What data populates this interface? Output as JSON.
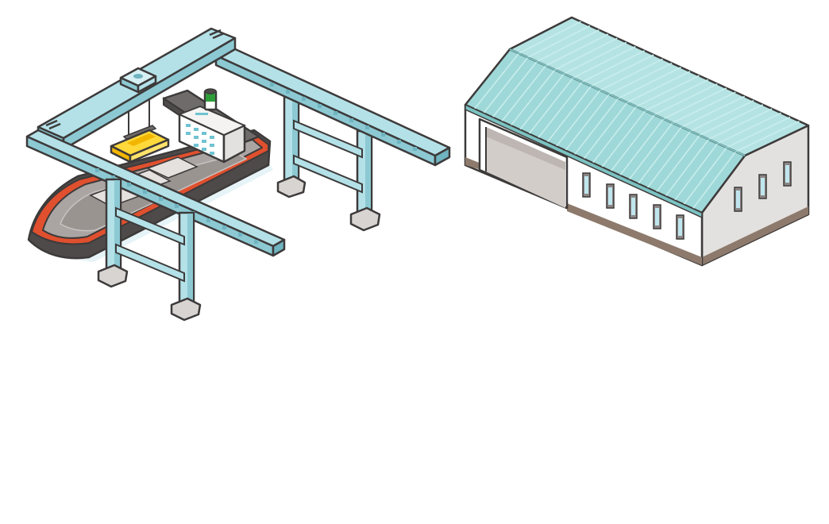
{
  "illustration": {
    "items": [
      "container-crane",
      "cargo-ship",
      "warehouse"
    ],
    "colors": {
      "outline": "#3d3a3a",
      "crane_frame": "#b4e1e8",
      "crane_frame_side": "#8cc9d3",
      "crane_frame_dark": "#6fb4c0",
      "hull_dark": "#4f4a4a",
      "hull_red": "#e0502e",
      "deck_grey": "#aaa5a2",
      "ship_wake": "#e7f4f7",
      "container_yellow": "#ffd83a",
      "container_yellow_side": "#f2b600",
      "bridge_white": "#ffffff",
      "bridge_windows": "#6fc3d1",
      "funnel_green": "#2f9e3a",
      "roof_teal": "#9fd8d8",
      "roof_stripe": "#c9eded",
      "wall_white": "#ffffff",
      "wall_shade": "#e3e1df",
      "base_brown": "#8d7a6c",
      "door_inner": "#d3cdca",
      "window_frame": "#8c8684",
      "window_glass": "#bfe6ee",
      "footing_grey": "#d7d4d2"
    }
  }
}
